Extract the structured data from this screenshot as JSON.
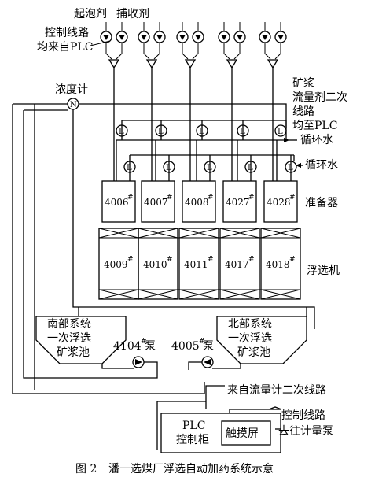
{
  "diagram": {
    "labels": {
      "frother": "起泡剂",
      "collector": "捕收剂",
      "control_line_l1": "控制线路",
      "control_line_l2": "均来自PLC",
      "densimeter": "浓度计",
      "slurry_l1": "矿浆",
      "slurry_l2": "流量剂二次",
      "slurry_l3": "线路",
      "slurry_l4": "均至PLC",
      "circ_water_1": "循环水",
      "circ_water_2": "循环水",
      "preparer": "准备器",
      "flotation": "浮选机",
      "south_l1": "南部系统",
      "south_l2": "一次浮选",
      "south_l3": "矿浆池",
      "north_l1": "北部系统",
      "north_l2": "一次浮选",
      "north_l3": "矿浆池",
      "pump_4104": "4104",
      "pump_4104_suffix": "泵",
      "pump_4005": "4005",
      "pump_4005_suffix": "泵",
      "from_flowmeter": "来自流量计二次线路",
      "plc_l1": "PLC",
      "plc_l2": "控制柜",
      "touchscreen": "触摸屏",
      "to_meter_l1": "控制线路",
      "to_meter_l2": "去往计量泵",
      "hash": "#"
    },
    "preparers": [
      "4006",
      "4007",
      "4008",
      "4027",
      "4028"
    ],
    "flotation_cells": [
      "4009",
      "4010",
      "4011",
      "4017",
      "4018"
    ],
    "caption": {
      "number": "图 2",
      "title": "潘一选煤厂浮选自动加药系统示意"
    }
  }
}
